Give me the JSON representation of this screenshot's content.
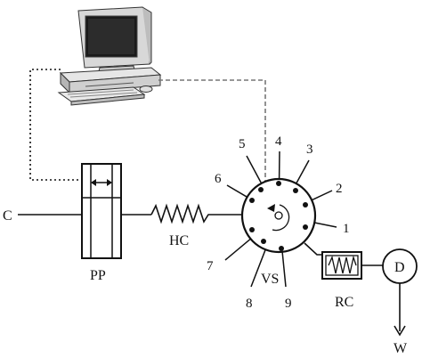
{
  "labels": {
    "carrier": "C",
    "pump": "PP",
    "holding_coil": "HC",
    "valve": "VS",
    "reaction_coil": "RC",
    "detector": "D",
    "waste": "W"
  },
  "valve_ports": [
    "1",
    "2",
    "3",
    "4",
    "5",
    "6",
    "7",
    "8",
    "9"
  ],
  "icons": {
    "computer": "computer-icon",
    "pump_direction": "double-arrow-icon",
    "valve_rotation": "rotation-arrow-icon"
  }
}
